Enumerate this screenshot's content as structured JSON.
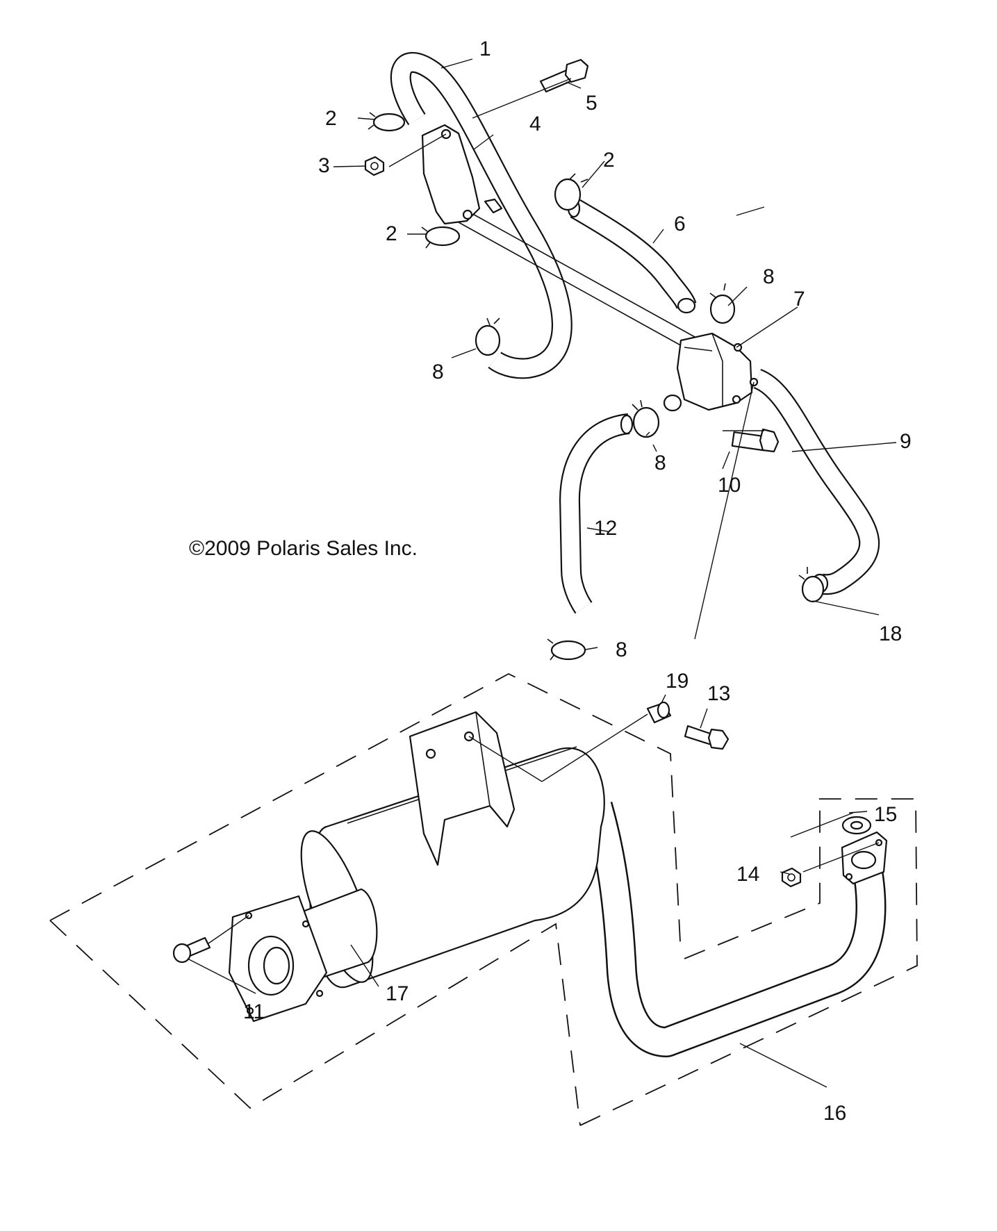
{
  "copyright": "©2009 Polaris Sales Inc.",
  "callouts": {
    "c1": "1",
    "c2a": "2",
    "c2b": "2",
    "c2c": "2",
    "c3": "3",
    "c4": "4",
    "c5": "5",
    "c6": "6",
    "c7": "7",
    "c8a": "8",
    "c8b": "8",
    "c8c": "8",
    "c8d": "8",
    "c9": "9",
    "c10": "10",
    "c11": "11",
    "c12": "12",
    "c13": "13",
    "c14": "14",
    "c15": "15",
    "c16": "16",
    "c17": "17",
    "c18": "18",
    "c19": "19"
  }
}
